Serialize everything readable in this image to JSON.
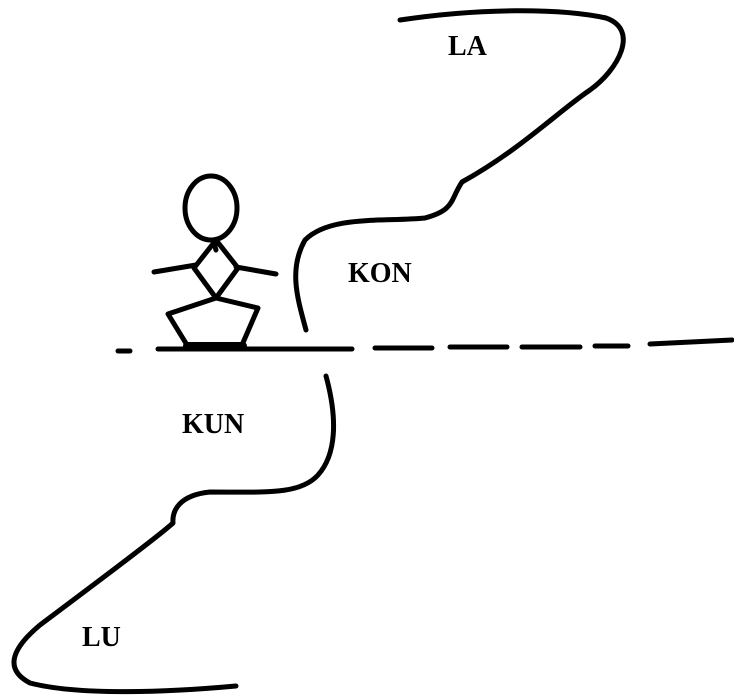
{
  "labels": {
    "la": "LA",
    "kon": "KON",
    "kun": "KUN",
    "lu": "LU"
  },
  "colors": {
    "ink": "#000000",
    "background": "#ffffff"
  }
}
